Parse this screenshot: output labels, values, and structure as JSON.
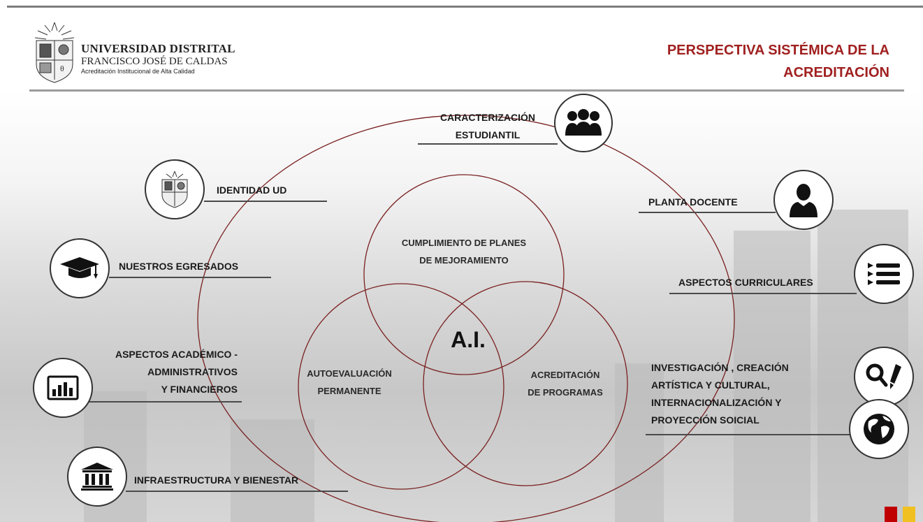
{
  "header": {
    "institution_line1": "UNIVERSIDAD DISTRITAL",
    "institution_line2": "FRANCISCO JOSÉ DE CALDAS",
    "institution_line3": "Acreditación Institucional de Alta Calidad",
    "title_line1": "PERSPECTIVA SISTÉMICA DE LA",
    "title_line2": "ACREDITACIÓN"
  },
  "colors": {
    "title_red": "#a02020",
    "circle_stroke": "#7a2020",
    "accent_red": "#c00000",
    "accent_yellow": "#f0c020"
  },
  "outer_items": [
    {
      "id": "caracterizacion",
      "lines": [
        "CARACTERIZACIÓN",
        "ESTUDIANTIL"
      ],
      "icon": "users-group-icon"
    },
    {
      "id": "identidad",
      "lines": [
        "IDENTIDAD UD"
      ],
      "icon": "university-crest-icon"
    },
    {
      "id": "planta",
      "lines": [
        "PLANTA DOCENTE"
      ],
      "icon": "person-silhouette-icon"
    },
    {
      "id": "egresados",
      "lines": [
        "NUESTROS EGRESADOS"
      ],
      "icon": "graduation-cap-icon"
    },
    {
      "id": "curriculares",
      "lines": [
        "ASPECTOS CURRICULARES"
      ],
      "icon": "list-icon"
    },
    {
      "id": "academico",
      "lines": [
        "ASPECTOS ACADÉMICO -",
        "ADMINISTRATIVOS",
        "Y FINANCIEROS"
      ],
      "icon": "bar-chart-icon"
    },
    {
      "id": "investigacion",
      "lines": [
        "INVESTIGACIÓN , CREACIÓN",
        "ARTÍSTICA Y CULTURAL,",
        "INTERNACIONALIZACIÓN Y",
        "PROYECCIÓN SOICIAL"
      ],
      "icon": "search-pen-icon",
      "icon2": "globe-icon"
    },
    {
      "id": "infraestructura",
      "lines": [
        "INFRAESTRUCTURA Y BIENESTAR"
      ],
      "icon": "institution-building-icon"
    }
  ],
  "inner_circles": {
    "top": [
      "CUMPLIMIENTO DE PLANES",
      "DE MEJORAMIENTO"
    ],
    "left": [
      "AUTOEVALUACIÓN",
      "PERMANENTE"
    ],
    "right": [
      "ACREDITACIÓN",
      "DE PROGRAMAS"
    ],
    "center": "A.I."
  }
}
